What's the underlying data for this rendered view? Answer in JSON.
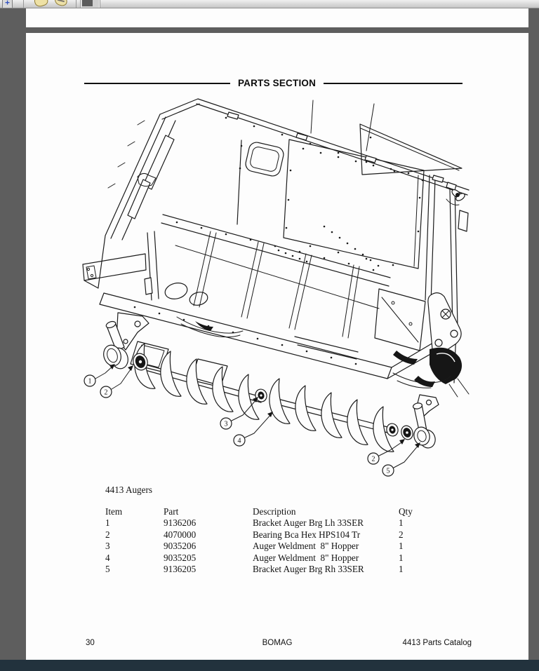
{
  "toolbar": {
    "zoom_glyph": "+",
    "icons": [
      "zoom-in-icon",
      "hand-tool-icon",
      "signature-tool-icon",
      "snapshot-tool-icon"
    ]
  },
  "page": {
    "header_title": "PARTS SECTION",
    "figure_caption": "4413 Augers",
    "callouts": [
      {
        "label": "1"
      },
      {
        "label": "2"
      },
      {
        "label": "3"
      },
      {
        "label": "4"
      },
      {
        "label": "2"
      },
      {
        "label": "5"
      }
    ],
    "table": {
      "headers": [
        "Item",
        "Part",
        "Description",
        "Qty"
      ],
      "rows": [
        [
          "1",
          "9136206",
          "Bracket Auger Brg Lh 33SER",
          "1"
        ],
        [
          "2",
          "4070000",
          "Bearing Bca Hex HPS104 Tr",
          "2"
        ],
        [
          "3",
          "9035206",
          "Auger Weldment  8\" Hopper",
          "1"
        ],
        [
          "4",
          "9035205",
          "Auger Weldment  8\" Hopper",
          "1"
        ],
        [
          "5",
          "9136205",
          "Bracket Auger Brg Rh 33SER",
          "1"
        ]
      ]
    },
    "footer": {
      "page_number": "30",
      "brand": "BOMAG",
      "catalog": "4413 Parts Catalog"
    }
  },
  "colors": {
    "workspace_bg": "#5e5e5e",
    "page_bg": "#fdfdfd",
    "bottom_band": "#22323d",
    "line_art": "#1b1b1b",
    "toolbar_plus": "#2f4fc0"
  }
}
